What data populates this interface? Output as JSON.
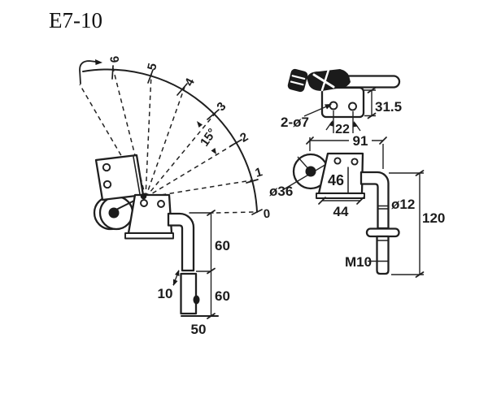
{
  "title": "E7-10",
  "colors": {
    "ink": "#1f1f1f",
    "background": "#ffffff"
  },
  "fan": {
    "labels": [
      "0",
      "1",
      "2",
      "3",
      "4",
      "5",
      "6"
    ],
    "angle_label": "15°"
  },
  "side_view": {
    "dim_upper": "60",
    "dim_lower": "60",
    "dim_adjust": "10",
    "dim_base": "50"
  },
  "top_view": {
    "dim_holes": "2-ø7",
    "dim_spacing": "22",
    "dim_height": "31.5",
    "dim_width": "91"
  },
  "front_view": {
    "dim_wheel": "ø36",
    "dim_inner": "46",
    "dim_base": "44",
    "dim_tube": "ø12",
    "dim_length": "120",
    "dim_thread": "M10"
  }
}
